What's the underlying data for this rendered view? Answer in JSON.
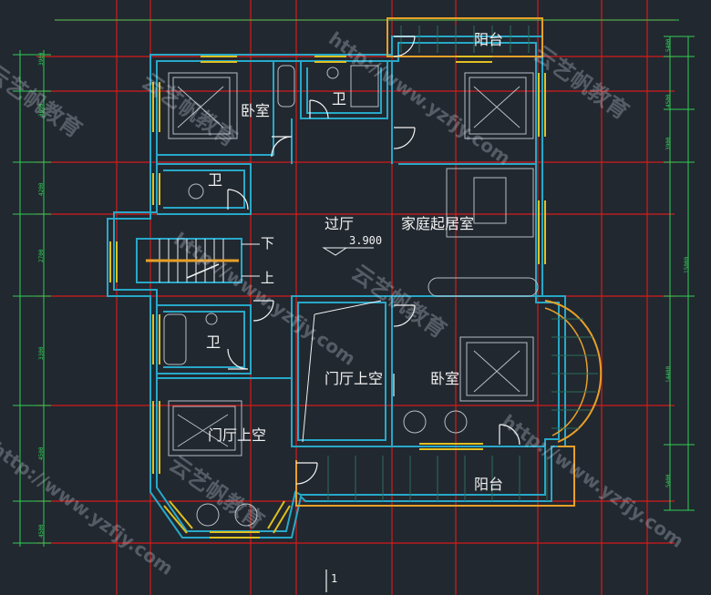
{
  "rooms": {
    "bedroom_nw": "卧室",
    "bath_top": "卫",
    "balcony_top": "阳台",
    "bath_mid": "卫",
    "hall": "过厅",
    "family_room": "家庭起居室",
    "bath_low": "卫",
    "void_center": "门厅上空",
    "bedroom_se": "卧室",
    "void_sw": "门厅上空",
    "balcony_bottom": "阳台"
  },
  "stairs": {
    "down": "下",
    "up": "上"
  },
  "elevation": "3.900",
  "page_marker": "1",
  "dimensions": {
    "left": [
      "3900",
      "3600",
      "4200",
      "2700",
      "3300",
      "4500",
      "4500"
    ],
    "right": [
      "5400",
      "4500",
      "3900",
      "15000",
      "14400",
      "5400"
    ]
  },
  "watermarks": {
    "cn": "云艺帆教育",
    "url": "http://www.yzfjy.com"
  },
  "colors": {
    "background": "#212830",
    "wall": "#27a8c8",
    "grid": "#d61a1a",
    "window": "#e0c020",
    "balcony": "#e8a028",
    "dimension": "#33cc55",
    "door": "#f2f2f2"
  }
}
